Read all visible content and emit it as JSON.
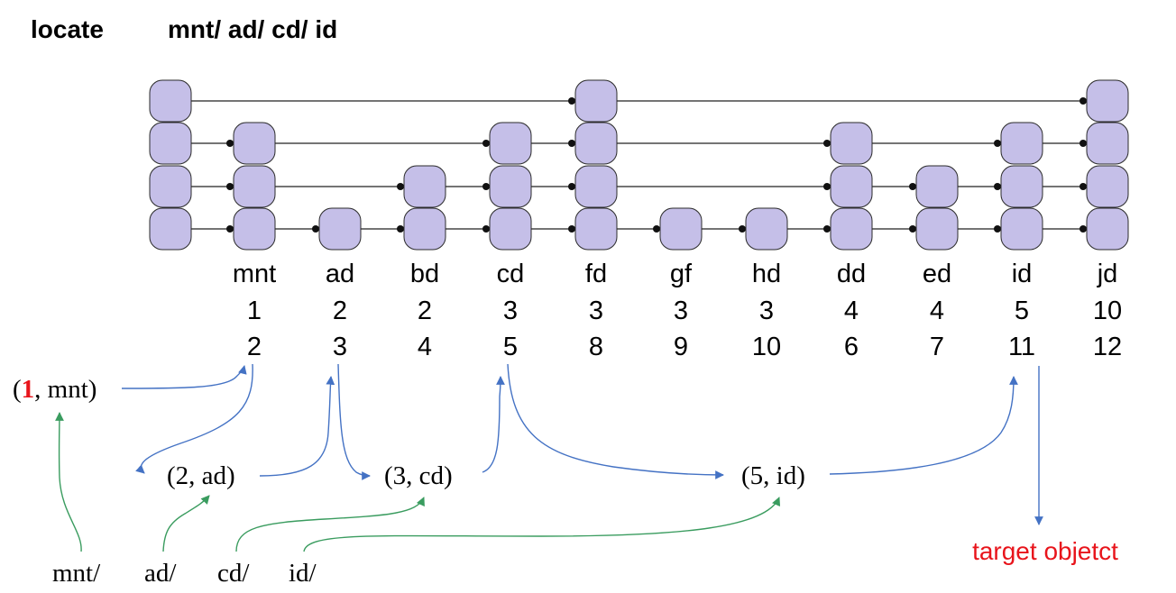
{
  "header": {
    "command": "locate",
    "path": "mnt/ ad/ cd/ id"
  },
  "skiplist": {
    "columns": [
      {
        "name": "mnt",
        "level": "1",
        "id": "2"
      },
      {
        "name": "ad",
        "level": "2",
        "id": "3"
      },
      {
        "name": "bd",
        "level": "2",
        "id": "4"
      },
      {
        "name": "cd",
        "level": "3",
        "id": "5"
      },
      {
        "name": "fd",
        "level": "3",
        "id": "8"
      },
      {
        "name": "gf",
        "level": "3",
        "id": "9"
      },
      {
        "name": "hd",
        "level": "3",
        "id": "10"
      },
      {
        "name": "dd",
        "level": "4",
        "id": "6"
      },
      {
        "name": "ed",
        "level": "4",
        "id": "7"
      },
      {
        "name": "id",
        "level": "5",
        "id": "11"
      },
      {
        "name": "jd",
        "level": "10",
        "id": "12"
      }
    ],
    "node_color": "#c5bfe8",
    "node_border": "#2b2b2b"
  },
  "lookup": {
    "start": {
      "open": "(",
      "num": "1",
      "rest": ", mnt)"
    },
    "steps": [
      "(2, ad)",
      "(3, cd)",
      "(5, id)"
    ],
    "components": [
      "mnt/",
      "ad/",
      "cd/",
      "id/"
    ],
    "target_label": "target objetct"
  },
  "colors": {
    "blue_arrow": "#4472c4",
    "green_arrow": "#3a9c5f",
    "highlight": "#e8141b"
  }
}
